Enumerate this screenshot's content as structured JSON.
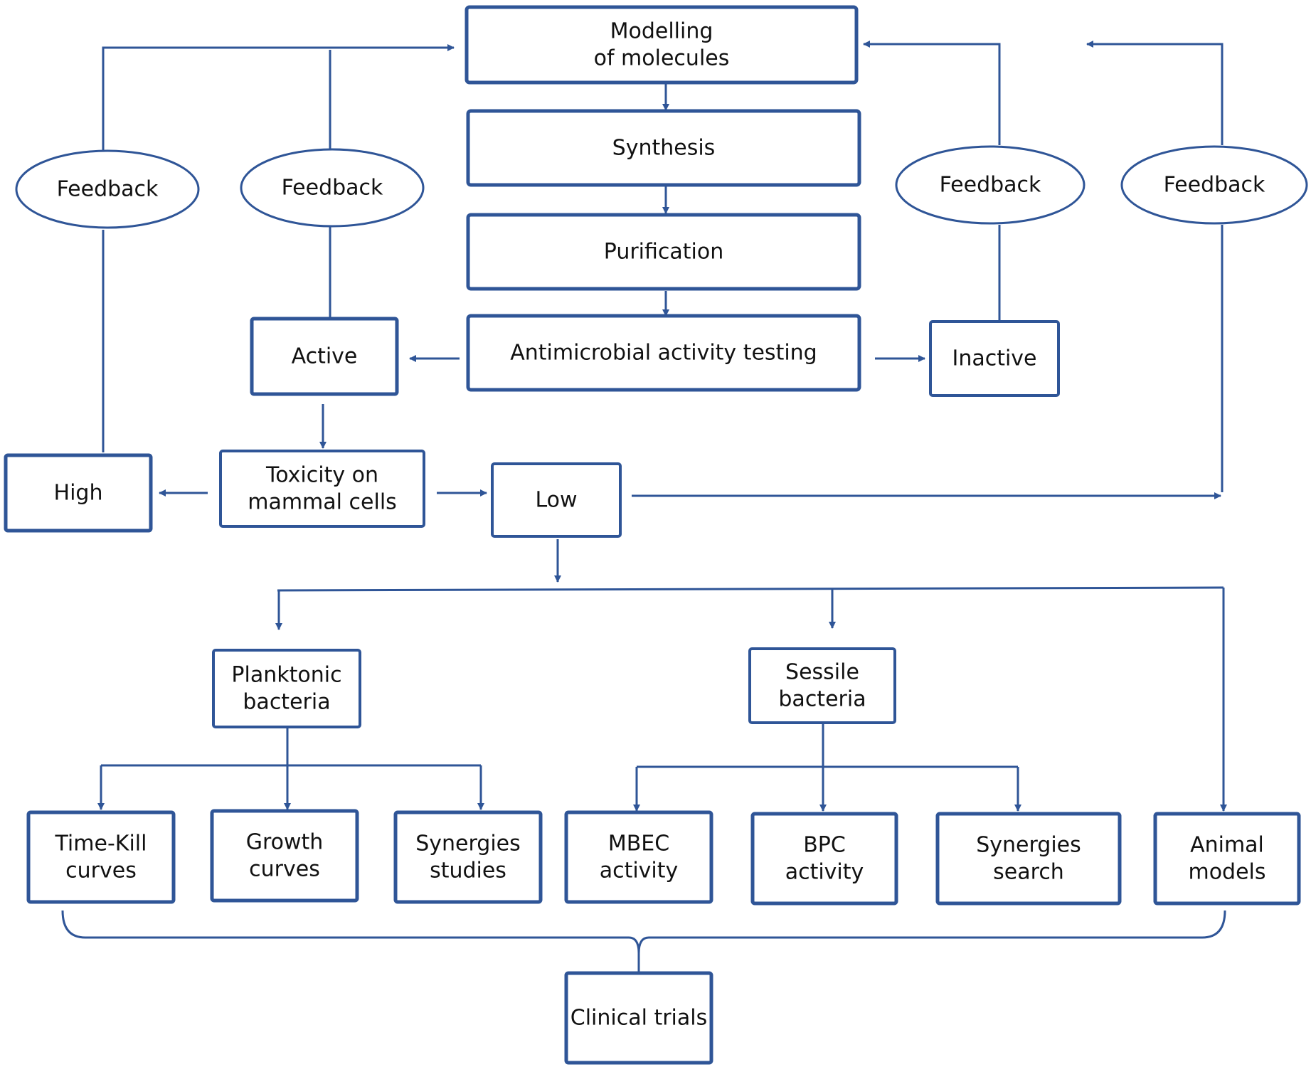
{
  "colors": {
    "line": "#2f5597",
    "text": "#111111",
    "background": "#ffffff"
  },
  "nodes": {
    "modelling": {
      "lines": [
        "Modelling",
        "of molecules"
      ]
    },
    "synthesis": {
      "lines": [
        "Synthesis"
      ]
    },
    "purification": {
      "lines": [
        "Purification"
      ]
    },
    "antimicrobial": {
      "lines": [
        "Antimicrobial  activity testing"
      ]
    },
    "active": {
      "lines": [
        "Active"
      ]
    },
    "inactive": {
      "lines": [
        "Inactive"
      ]
    },
    "toxicity": {
      "lines": [
        "Toxicity on",
        "mammal cells"
      ]
    },
    "high": {
      "lines": [
        "High"
      ]
    },
    "low": {
      "lines": [
        "Low"
      ]
    },
    "feedback_1": {
      "lines": [
        "Feedback"
      ]
    },
    "feedback_2": {
      "lines": [
        "Feedback"
      ]
    },
    "feedback_3": {
      "lines": [
        "Feedback"
      ]
    },
    "feedback_4": {
      "lines": [
        "Feedback"
      ]
    },
    "planktonic": {
      "lines": [
        "Planktonic",
        "bacteria"
      ]
    },
    "sessile": {
      "lines": [
        "Sessile",
        "bacteria"
      ]
    },
    "time_kill": {
      "lines": [
        "Time-Kill",
        "curves"
      ]
    },
    "growth": {
      "lines": [
        "Growth",
        "curves"
      ]
    },
    "synergies_studies": {
      "lines": [
        "Synergies",
        "studies"
      ]
    },
    "mbec": {
      "lines": [
        "MBEC",
        "activity"
      ]
    },
    "bpc": {
      "lines": [
        "BPC",
        "activity"
      ]
    },
    "synergies_search": {
      "lines": [
        "Synergies",
        "search"
      ]
    },
    "animal": {
      "lines": [
        "Animal",
        "models"
      ]
    },
    "clinical": {
      "lines": [
        "Clinical trials"
      ]
    }
  }
}
